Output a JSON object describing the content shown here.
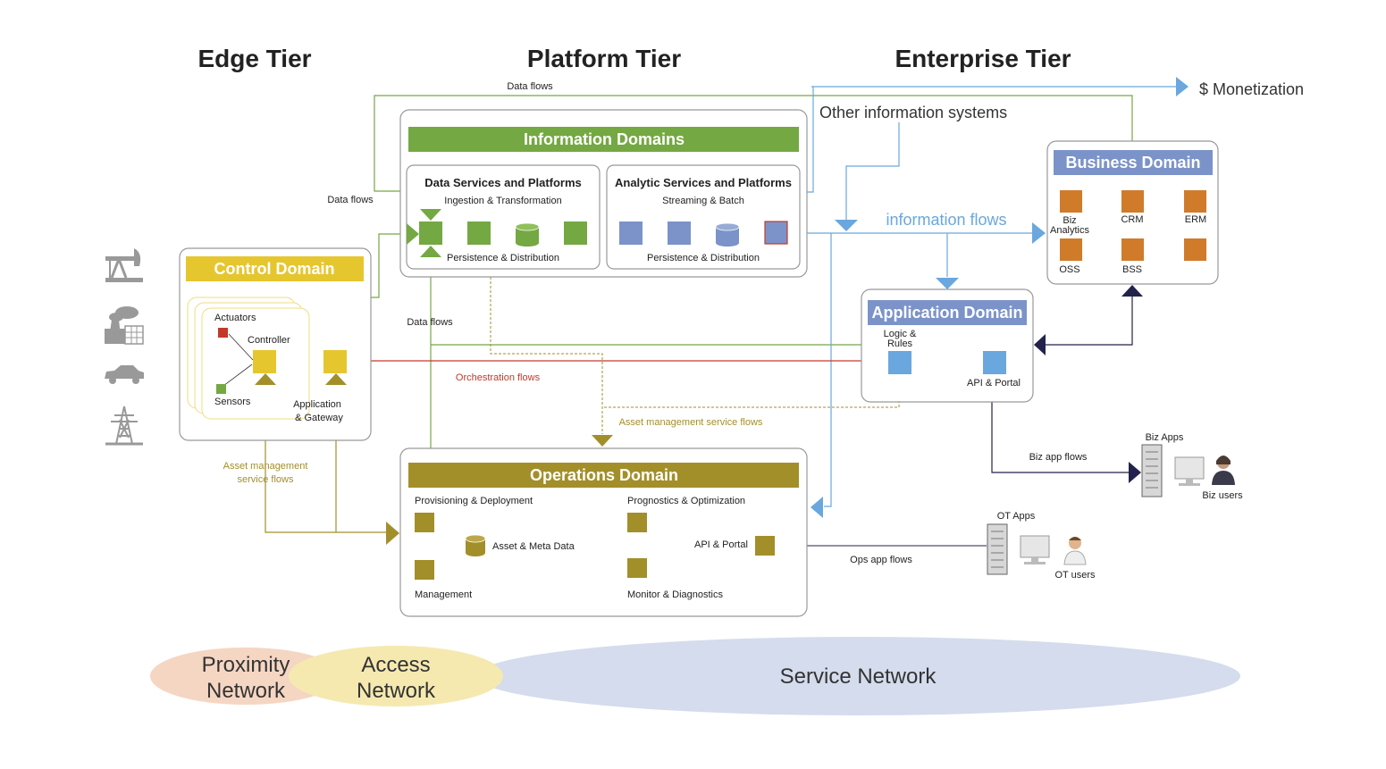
{
  "tiers": {
    "edge": "Edge Tier",
    "platform": "Platform Tier",
    "enterprise": "Enterprise Tier"
  },
  "monetization": "$ Monetization",
  "other_systems": "Other information systems",
  "information_domains": {
    "title": "Information Domains",
    "data_services": {
      "title": "Data Services and Platforms",
      "top": "Ingestion & Transformation",
      "bottom": "Persistence & Distribution"
    },
    "analytic_services": {
      "title": "Analytic Services and Platforms",
      "top": "Streaming & Batch",
      "bottom": "Persistence & Distribution"
    }
  },
  "control_domain": {
    "title": "Control Domain",
    "actuators": "Actuators",
    "controller": "Controller",
    "sensors": "Sensors",
    "gateway_line1": "Application",
    "gateway_line2": "& Gateway"
  },
  "business_domain": {
    "title": "Business Domain",
    "items": [
      "Biz",
      "Analytics",
      "CRM",
      "ERM",
      "OSS",
      "BSS"
    ]
  },
  "application_domain": {
    "title": "Application Domain",
    "logic_line1": "Logic &",
    "logic_line2": "Rules",
    "api": "API & Portal"
  },
  "operations_domain": {
    "title": "Operations Domain",
    "provisioning": "Provisioning & Deployment",
    "asset_meta": "Asset & Meta Data",
    "management": "Management",
    "prognostics": "Prognostics & Optimization",
    "api": "API & Portal",
    "monitor": "Monitor & Diagnostics"
  },
  "flows": {
    "data_flows": "Data flows",
    "information_flows": "information flows",
    "orchestration": "Orchestration flows",
    "asset_mgmt": "Asset management service flows",
    "asset_mgmt_line1": "Asset management",
    "asset_mgmt_line2": "service flows",
    "biz_app": "Biz app flows",
    "ops_app": "Ops app flows"
  },
  "apps": {
    "biz_apps": "Biz Apps",
    "biz_users": "Biz users",
    "ot_apps": "OT Apps",
    "ot_users": "OT users"
  },
  "networks": {
    "proximity_line1": "Proximity",
    "proximity_line2": "Network",
    "access_line1": "Access",
    "access_line2": "Network",
    "service": "Service Network"
  },
  "colors": {
    "green": "#74a843",
    "blue": "#7b93c8",
    "olive": "#a38f2a",
    "yellow": "#e6c62f",
    "orange": "#d07b2a",
    "red": "#c33a2a",
    "lightblue": "#6aa7de",
    "navy": "#22224a"
  },
  "icons": [
    "oil-pump-icon",
    "factory-icon",
    "car-icon",
    "power-tower-icon",
    "server-icon",
    "monitor-icon",
    "user-icon"
  ]
}
